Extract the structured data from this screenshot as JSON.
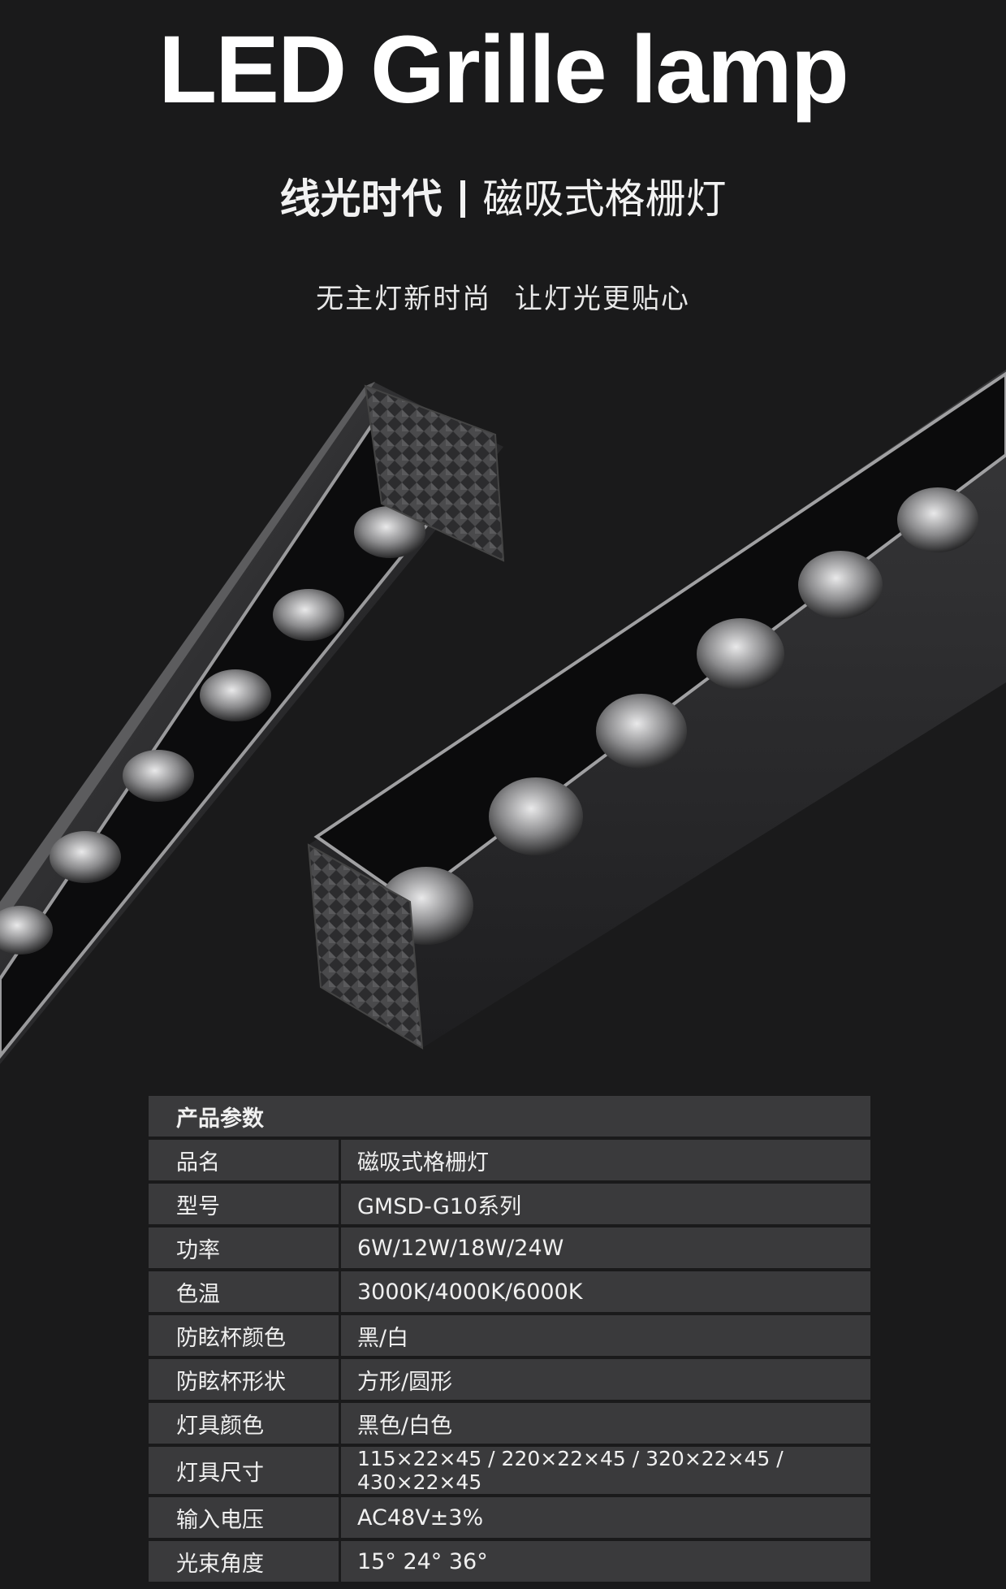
{
  "header": {
    "title": "LED Grille lamp",
    "subtitle_left": "线光时代",
    "subtitle_right": "磁吸式格栅灯",
    "tagline": "无主灯新时尚 让灯光更贴心"
  },
  "spec_table": {
    "heading": "产品参数",
    "rows": [
      {
        "label": "品名",
        "value": "磁吸式格栅灯"
      },
      {
        "label": "型号",
        "value": "GMSD-G10系列"
      },
      {
        "label": "功率",
        "value": "6W/12W/18W/24W"
      },
      {
        "label": "色温",
        "value": "3000K/4000K/6000K"
      },
      {
        "label": "防眩杯颜色",
        "value": "黑/白"
      },
      {
        "label": "防眩杯形状",
        "value": "方形/圆形"
      },
      {
        "label": "灯具颜色",
        "value": "黑色/白色"
      },
      {
        "label": "灯具尺寸",
        "value": "115×22×45 / 220×22×45 / 320×22×45 / 430×22×45"
      },
      {
        "label": "输入电压",
        "value": "AC48V±3%"
      },
      {
        "label": "光束角度",
        "value": "15° 24° 36°"
      }
    ]
  },
  "colors": {
    "background": "#1a1a1b",
    "table_cell": "#3a3a3c",
    "text": "#ffffff"
  }
}
